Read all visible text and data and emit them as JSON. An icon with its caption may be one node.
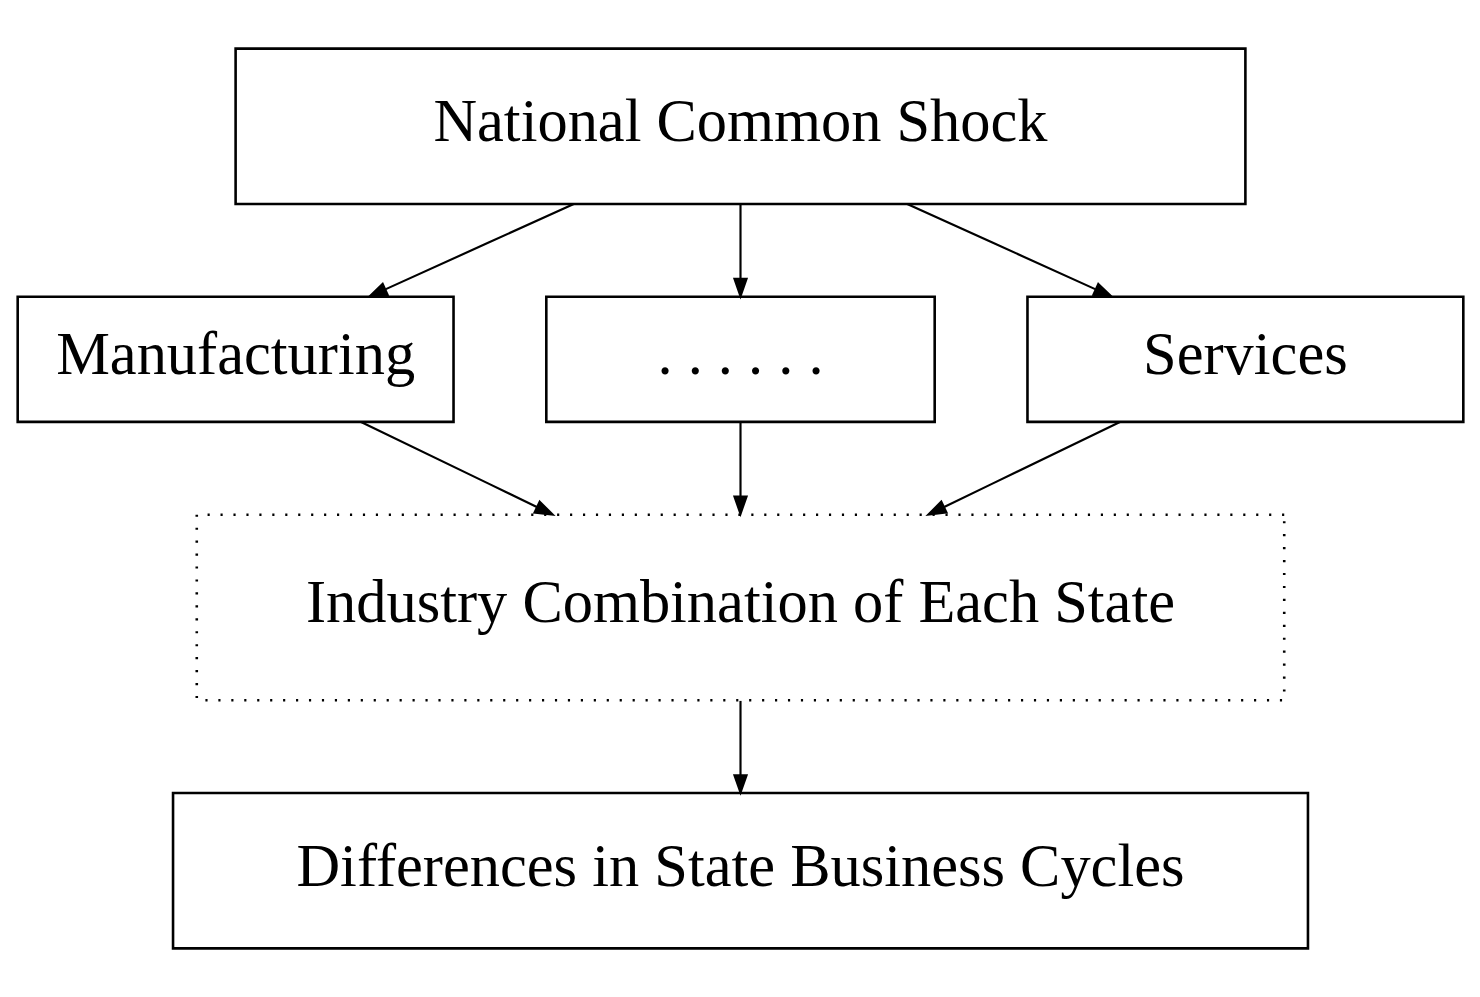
{
  "diagram": {
    "nodes": [
      {
        "text": [
          "National Common Shock"
        ]
      },
      {
        "text": [
          "Manufacturing"
        ]
      },
      {
        "text": [
          ". . . . . ."
        ]
      },
      {
        "text": [
          "Services"
        ]
      },
      {
        "text": [
          "Industry Combination of Each State"
        ]
      },
      {
        "text": [
          "Differences in State Business Cycles"
        ]
      }
    ],
    "edges": [
      {
        "from": 0,
        "to": 1,
        "arrow": "to"
      },
      {
        "from": 0,
        "to": 2,
        "arrow": "to"
      },
      {
        "from": 0,
        "to": 3,
        "arrow": "to"
      },
      {
        "from": 1,
        "to": 4,
        "arrow": "to"
      },
      {
        "from": 2,
        "to": 4,
        "arrow": "to"
      },
      {
        "from": 3,
        "to": 4,
        "arrow": "to"
      },
      {
        "from": 4,
        "to": 5,
        "arrow": "to"
      }
    ]
  }
}
